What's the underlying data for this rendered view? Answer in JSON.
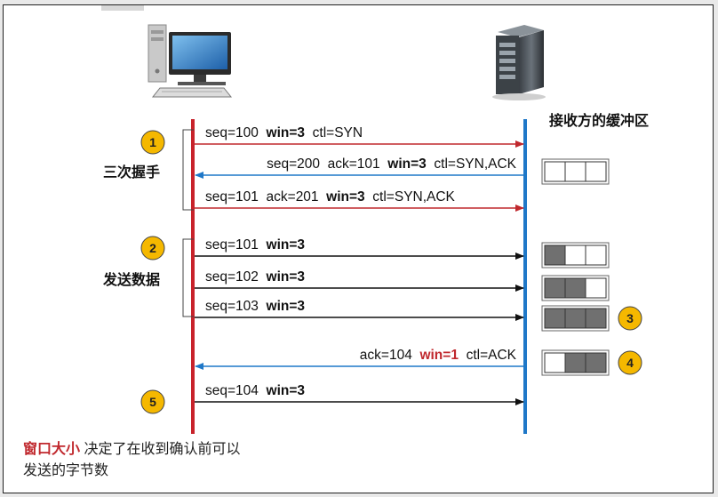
{
  "receiver_buffer_title": "接收方的缓冲区",
  "phases": [
    {
      "badge": "1",
      "label": "三次握手"
    },
    {
      "badge": "2",
      "label": "发送数据"
    },
    {
      "badge": "5",
      "label": ""
    }
  ],
  "messages": [
    {
      "parts": [
        {
          "text": "seq=100  "
        },
        {
          "text": "win=3",
          "bold": true
        },
        {
          "text": "  ctl=SYN"
        }
      ],
      "direction": "right",
      "color": "#c0282d"
    },
    {
      "parts": [
        {
          "text": "seq=200  ack=101  "
        },
        {
          "text": "win=3",
          "bold": true
        },
        {
          "text": "  ctl=SYN,ACK"
        }
      ],
      "direction": "left",
      "color": "#1f78c8"
    },
    {
      "parts": [
        {
          "text": "seq=101  ack=201  "
        },
        {
          "text": "win=3",
          "bold": true
        },
        {
          "text": "  ctl=SYN,ACK"
        }
      ],
      "direction": "right",
      "color": "#c0282d"
    },
    {
      "parts": [
        {
          "text": "seq=101  "
        },
        {
          "text": "win=3",
          "bold": true
        }
      ],
      "direction": "right",
      "color": "#111111"
    },
    {
      "parts": [
        {
          "text": "seq=102  "
        },
        {
          "text": "win=3",
          "bold": true
        }
      ],
      "direction": "right",
      "color": "#111111"
    },
    {
      "parts": [
        {
          "text": "seq=103  "
        },
        {
          "text": "win=3",
          "bold": true
        }
      ],
      "direction": "right",
      "color": "#111111"
    },
    {
      "parts": [
        {
          "text": "ack=104  "
        },
        {
          "text": "win=1",
          "bold": true,
          "color": "#c0282d"
        },
        {
          "text": "  ctl=ACK"
        }
      ],
      "direction": "left",
      "color": "#1f78c8"
    },
    {
      "parts": [
        {
          "text": "seq=104  "
        },
        {
          "text": "win=3",
          "bold": true
        }
      ],
      "direction": "right",
      "color": "#111111"
    }
  ],
  "buffers": [
    {
      "cells": [
        0,
        0,
        0
      ],
      "badge": ""
    },
    {
      "cells": [
        1,
        0,
        0
      ],
      "badge": ""
    },
    {
      "cells": [
        1,
        1,
        0
      ],
      "badge": ""
    },
    {
      "cells": [
        1,
        1,
        1
      ],
      "badge": "3"
    },
    {
      "cells": [
        0,
        1,
        1
      ],
      "badge": "4"
    }
  ],
  "caption": {
    "highlight": "窗口大小",
    "rest": " 决定了在收到确认前可以发送的字节数"
  },
  "colors": {
    "sender_line": "#c8232b",
    "receiver_line": "#1f78c8",
    "badge_fill": "#f5b800",
    "filled_cell": "#707070",
    "highlight": "#c0282d"
  },
  "icons": {
    "sender": "desktop-computer-icon",
    "receiver": "server-tower-icon"
  }
}
